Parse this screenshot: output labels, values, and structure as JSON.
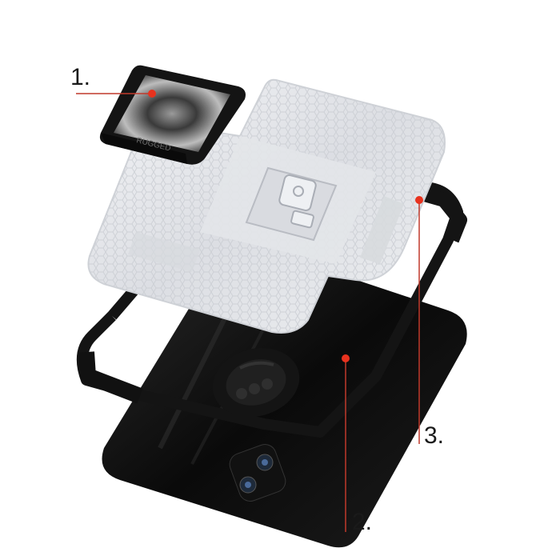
{
  "callouts": [
    {
      "id": "1",
      "label": "1."
    },
    {
      "id": "2",
      "label": "2."
    },
    {
      "id": "3",
      "label": "3."
    }
  ],
  "ring_plate_text": "RUGGED",
  "colors": {
    "background": "#ffffff",
    "marker": "#e8321e",
    "leader": "#c0392b",
    "frame": "#151515",
    "phone": "#0c0c0c",
    "clear_case": "#e9eaee"
  }
}
